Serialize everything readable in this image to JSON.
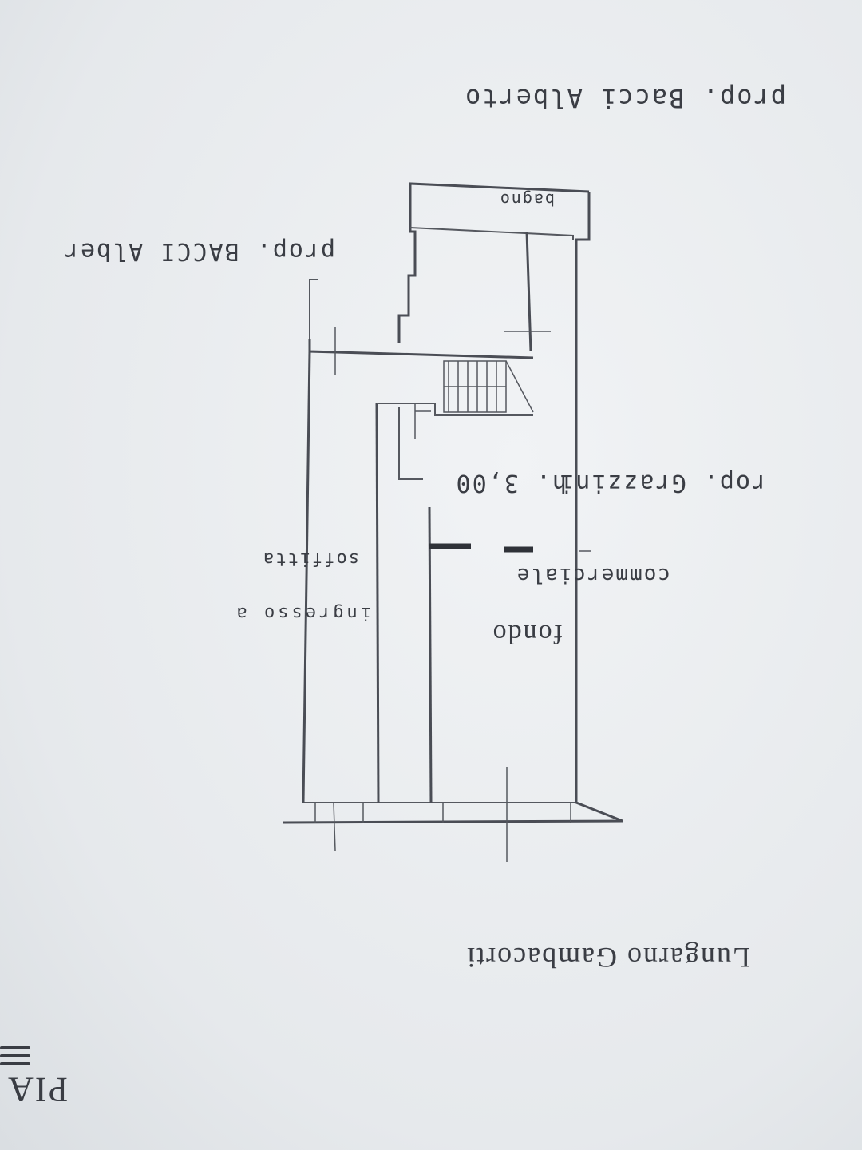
{
  "labels": {
    "prop_top": "prop. Bacci Alberto",
    "prop_left": "prop. BACCI Alber",
    "prop_right": "rop. Grazzini",
    "height": "h. 3,00",
    "room_main": "fondo",
    "room_main_use": "commerciale",
    "room_side": "ingresso a",
    "room_side_2": "soffitta",
    "bagno": "bagno",
    "street": "Lungarno Gambacorti",
    "corner": "PIA"
  }
}
